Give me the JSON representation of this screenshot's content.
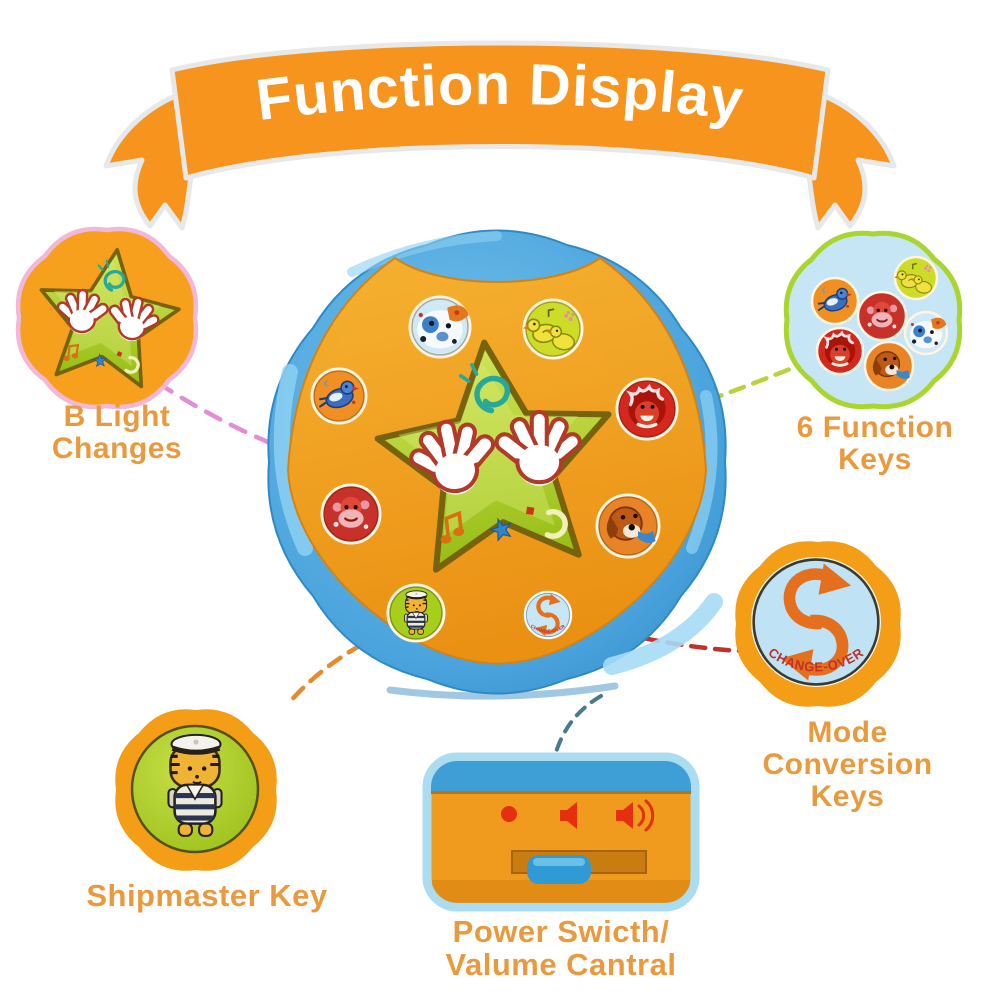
{
  "banner": {
    "title": "Function Display"
  },
  "toy": {
    "center_key": {
      "icon": "green-star-two-hands",
      "decorations": [
        "swirl-icon",
        "music-note-icon",
        "blue-star-icon",
        "red-dot-icon",
        "crescent-icon"
      ]
    },
    "function_keys": [
      {
        "icon": "blue-dog-key"
      },
      {
        "icon": "green-ducks-key"
      },
      {
        "icon": "orange-bird-key"
      },
      {
        "icon": "red-lion-key"
      },
      {
        "icon": "red-monkey-key"
      },
      {
        "icon": "orange-dog-key"
      }
    ],
    "shipmaster_key": {
      "icon": "tiger-sailor-key"
    },
    "change_over_key": {
      "icon": "change-over-arrows",
      "text": "CHANGE-OVER"
    }
  },
  "callouts": {
    "b_light_changes": {
      "line1": "B Light",
      "line2": "Changes",
      "icon": "green-star-two-hands"
    },
    "six_function_keys": {
      "line1": "6 Function",
      "line2": "Keys",
      "keys": [
        "green-ducks-key",
        "orange-bird-key",
        "red-monkey-key",
        "blue-dog-key",
        "red-lion-key",
        "orange-dog-key"
      ]
    },
    "mode_conversion_keys": {
      "line1": "Mode",
      "line2": "Conversion",
      "line3": "Keys",
      "button_text": "CHANGE-OVER",
      "icon": "change-over-arrows"
    },
    "shipmaster_key": {
      "label": "Shipmaster Key",
      "icon": "tiger-sailor-key"
    },
    "power_volume": {
      "line1": "Power Swicth/",
      "line2": "Valume Cantral",
      "icons": [
        "power-led-icon",
        "volume-low-icon",
        "volume-high-icon",
        "slider-switch"
      ]
    }
  },
  "colors": {
    "banner_orange": "#F7941D",
    "label_orange": "#EA9A3E",
    "toy_blue": "#4AA3DC",
    "plate_orange": "#F5A01C",
    "star_green": "#AFCB2E",
    "pink_outline": "#F2B8DC",
    "callout_blue": "#C6E5F5",
    "green_outline": "#A8D62E",
    "change_over_red": "#C22F28"
  }
}
